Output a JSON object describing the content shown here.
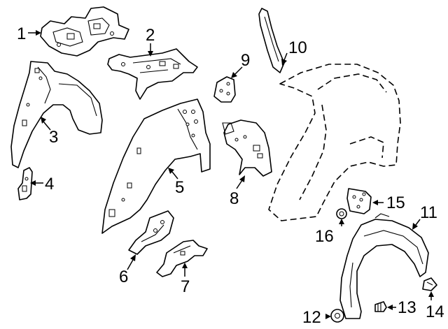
{
  "callouts": [
    {
      "id": "p1",
      "label": "1"
    },
    {
      "id": "p2",
      "label": "2"
    },
    {
      "id": "p3",
      "label": "3"
    },
    {
      "id": "p4",
      "label": "4"
    },
    {
      "id": "p5",
      "label": "5"
    },
    {
      "id": "p6",
      "label": "6"
    },
    {
      "id": "p7",
      "label": "7"
    },
    {
      "id": "p8",
      "label": "8"
    },
    {
      "id": "p9",
      "label": "9"
    },
    {
      "id": "p10",
      "label": "10"
    },
    {
      "id": "p11",
      "label": "11"
    },
    {
      "id": "p12",
      "label": "12"
    },
    {
      "id": "p13",
      "label": "13"
    },
    {
      "id": "p14",
      "label": "14"
    },
    {
      "id": "p15",
      "label": "15"
    },
    {
      "id": "p16",
      "label": "16"
    }
  ]
}
